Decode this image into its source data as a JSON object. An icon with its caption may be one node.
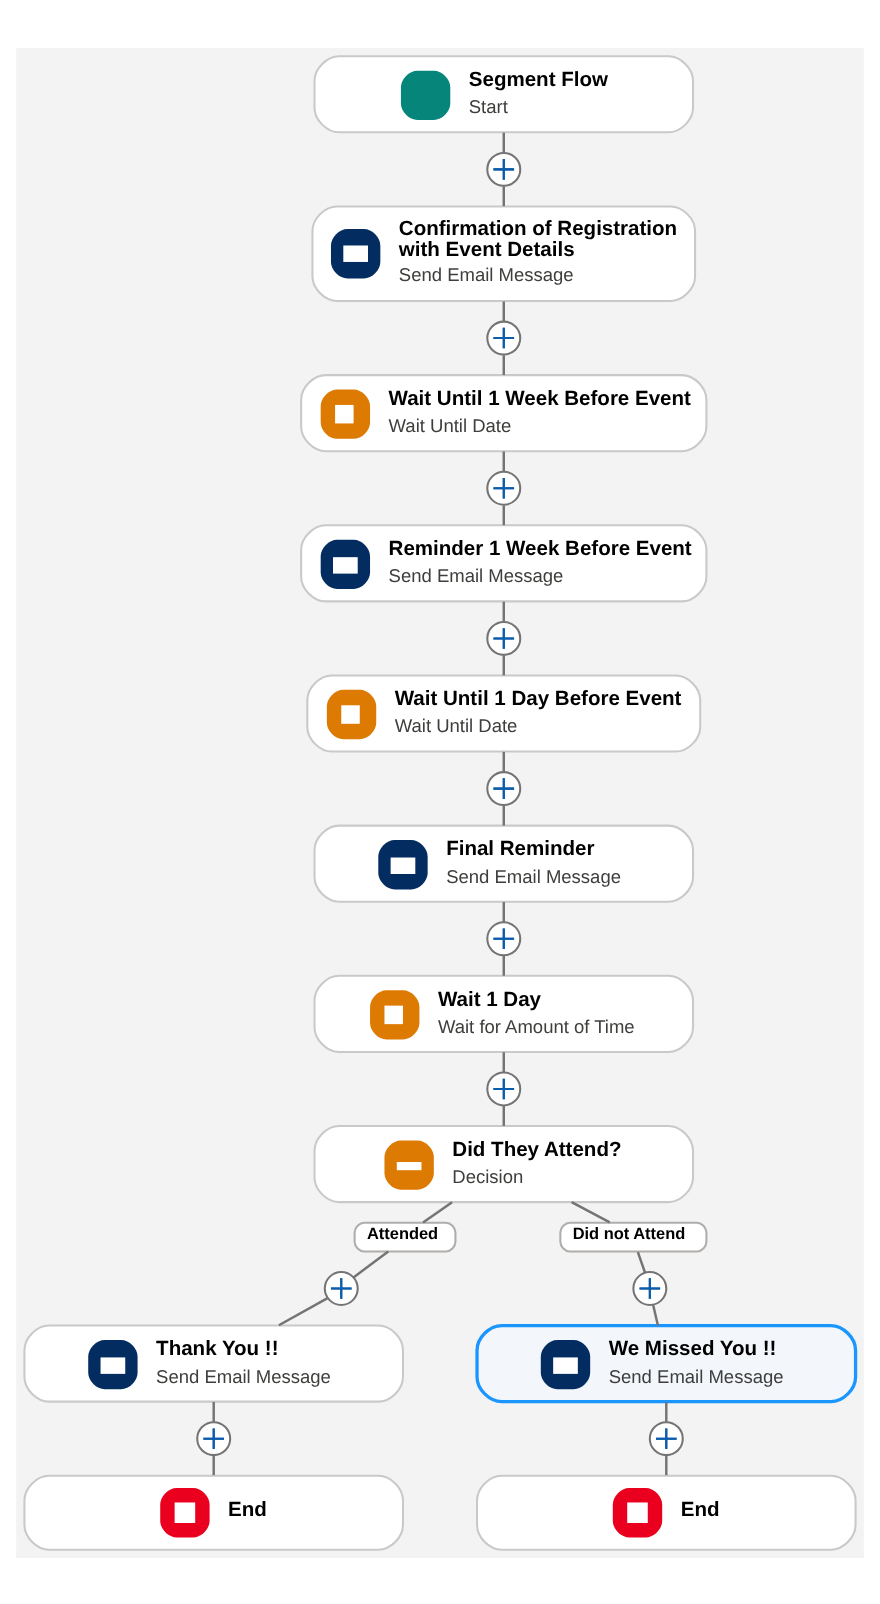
{
  "diagram": {
    "nodes": [
      {
        "text": [
          "Segment Flow",
          "Start"
        ]
      },
      {
        "text": [],
        "shape": "circle"
      },
      {
        "text": [
          "Confirmation of Registration with Event Details",
          "Send Email Message"
        ]
      },
      {
        "text": [],
        "shape": "circle"
      },
      {
        "text": [
          "Wait Until 1 Week Before Event",
          "Wait Until Date"
        ]
      },
      {
        "text": [],
        "shape": "circle"
      },
      {
        "text": [
          "Reminder 1 Week Before Event",
          "Send Email Message"
        ]
      },
      {
        "text": [],
        "shape": "circle"
      },
      {
        "text": [
          "Wait Until 1 Day Before Event",
          "Wait Until Date"
        ]
      },
      {
        "text": [],
        "shape": "circle"
      },
      {
        "text": [
          "Final Reminder",
          "Send Email Message"
        ]
      },
      {
        "text": [],
        "shape": "circle"
      },
      {
        "text": [
          "Wait 1 Day",
          "Wait for Amount of Time"
        ]
      },
      {
        "text": [],
        "shape": "circle"
      },
      {
        "text": [
          "Did They Attend?",
          "Decision"
        ]
      },
      {
        "text": [
          "Attended"
        ]
      },
      {
        "text": [
          "Did not Attend"
        ]
      },
      {
        "text": [],
        "shape": "circle"
      },
      {
        "text": [],
        "shape": "circle"
      },
      {
        "text": [
          "Thank You !!",
          "Send Email Message"
        ]
      },
      {
        "text": [
          "We Missed You !!",
          "Send Email Message"
        ]
      },
      {
        "text": [],
        "shape": "circle"
      },
      {
        "text": [],
        "shape": "circle"
      },
      {
        "text": [
          "End"
        ]
      },
      {
        "text": [
          "End"
        ]
      }
    ],
    "edges": [
      {
        "from": 0,
        "to": 1,
        "arrow": "none"
      },
      {
        "from": 1,
        "to": 2,
        "arrow": "none"
      },
      {
        "from": 2,
        "to": 3,
        "arrow": "none"
      },
      {
        "from": 3,
        "to": 4,
        "arrow": "none"
      },
      {
        "from": 4,
        "to": 5,
        "arrow": "none"
      },
      {
        "from": 5,
        "to": 6,
        "arrow": "none"
      },
      {
        "from": 6,
        "to": 7,
        "arrow": "none"
      },
      {
        "from": 7,
        "to": 8,
        "arrow": "none"
      },
      {
        "from": 8,
        "to": 9,
        "arrow": "none"
      },
      {
        "from": 9,
        "to": 10,
        "arrow": "none"
      },
      {
        "from": 10,
        "to": 11,
        "arrow": "none"
      },
      {
        "from": 11,
        "to": 12,
        "arrow": "none"
      },
      {
        "from": 12,
        "to": 13,
        "arrow": "none"
      },
      {
        "from": 13,
        "to": 14,
        "arrow": "none"
      },
      {
        "from": 14,
        "to": 15,
        "arrow": "none"
      },
      {
        "from": 14,
        "to": 16,
        "arrow": "none"
      },
      {
        "from": 15,
        "to": 17,
        "arrow": "none"
      },
      {
        "from": 16,
        "to": 18,
        "arrow": "none"
      },
      {
        "from": 17,
        "to": 19,
        "arrow": "none"
      },
      {
        "from": 18,
        "to": 20,
        "arrow": "none"
      },
      {
        "from": 19,
        "to": 21,
        "arrow": "none"
      },
      {
        "from": 20,
        "to": 22,
        "arrow": "none"
      },
      {
        "from": 21,
        "to": 23,
        "arrow": "none"
      },
      {
        "from": 22,
        "to": 24,
        "arrow": "none"
      }
    ]
  }
}
